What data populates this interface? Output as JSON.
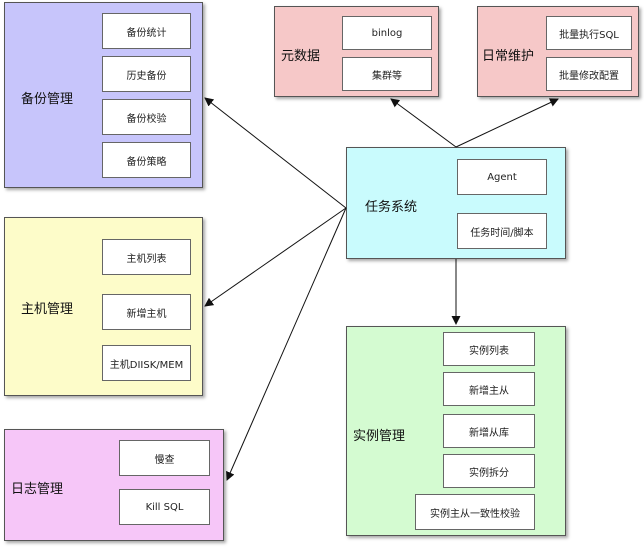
{
  "groups": {
    "backup": {
      "title": "备份管理",
      "color": "#c7c5fb",
      "items": [
        "备份统计",
        "历史备份",
        "备份校验",
        "备份策略"
      ]
    },
    "host": {
      "title": "主机管理",
      "color": "#fdfcc9",
      "items": [
        "主机列表",
        "新增主机",
        "主机DIISK/MEM"
      ]
    },
    "log": {
      "title": "日志管理",
      "color": "#f6c6f8",
      "items": [
        "慢查",
        "Kill SQL"
      ]
    },
    "meta": {
      "title": "元数据",
      "color": "#f6c8c8",
      "items": [
        "binlog",
        "集群等"
      ]
    },
    "maint": {
      "title": "日常维护",
      "color": "#f6c8c8",
      "items": [
        "批量执行SQL",
        "批量修改配置"
      ]
    },
    "task": {
      "title": "任务系统",
      "color": "#c9fbfd",
      "items": [
        "Agent",
        "任务时间/脚本"
      ]
    },
    "instance": {
      "title": "实例管理",
      "color": "#d4fbd1",
      "items": [
        "实例列表",
        "新增主从",
        "新增从库",
        "实例拆分",
        "实例主从一致性校验"
      ]
    }
  }
}
